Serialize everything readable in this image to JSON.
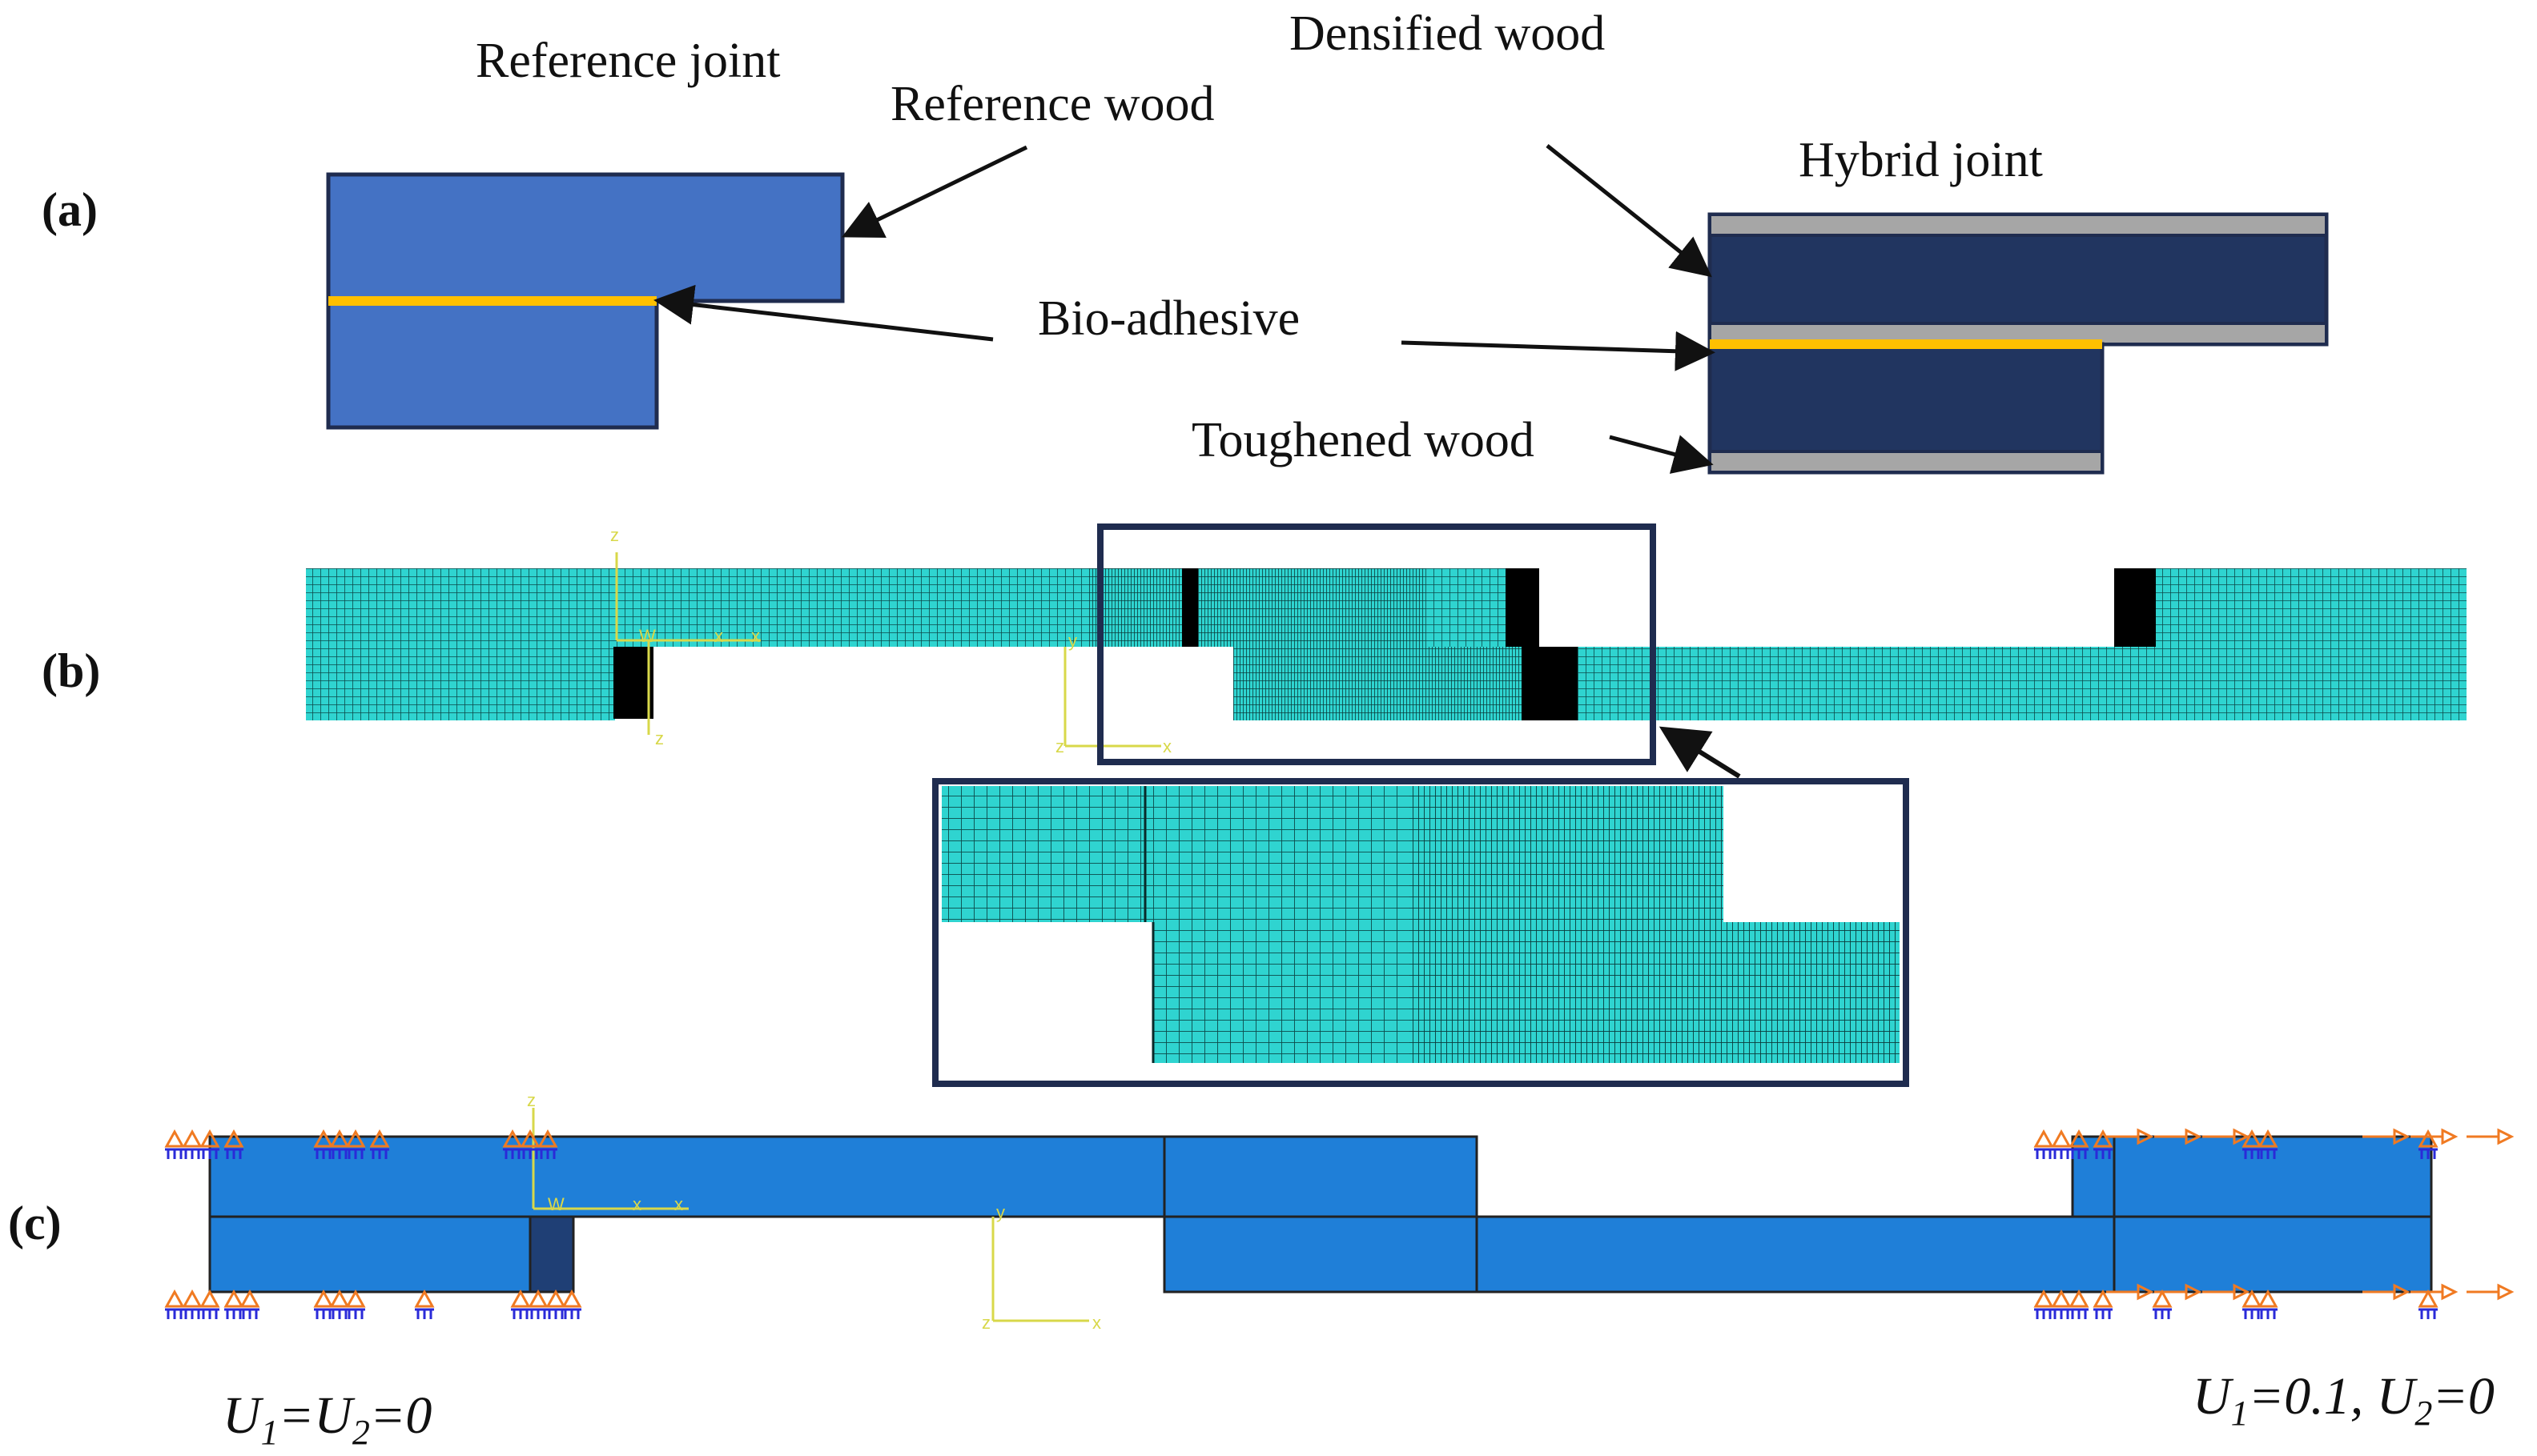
{
  "panels": {
    "a": "(a)",
    "b": "(b)",
    "c": "(c)"
  },
  "labels": {
    "reference_joint": "Reference joint",
    "reference_wood": "Reference wood",
    "densified_wood": "Densified wood",
    "hybrid_joint": "Hybrid joint",
    "bio_adhesive": "Bio-adhesive",
    "toughened_wood": "Toughened wood"
  },
  "axes": {
    "z": "z",
    "y": "y",
    "x": "x",
    "w": "W"
  },
  "boundary_conditions": {
    "left": {
      "u1": "U",
      "s1": "1",
      "eq1": "=",
      "u2": "U",
      "s2": "2",
      "eq2": "=0"
    },
    "right": {
      "u1": "U",
      "s1": "1",
      "eq1": "=0.1, ",
      "u2": "U",
      "s2": "2",
      "eq2": "=0"
    }
  },
  "colors": {
    "reference_wood": "#4472c4",
    "densified_wood": "#213560",
    "toughened_wood": "#a6a6a6",
    "adhesive": "#ffc000",
    "mesh": "#2fd4d0",
    "model": "#1f7fd8",
    "frame": "#1f2c4f",
    "axis": "#d8d84a",
    "support_orange": "#f07a22",
    "support_blue": "#2a2ad8"
  }
}
